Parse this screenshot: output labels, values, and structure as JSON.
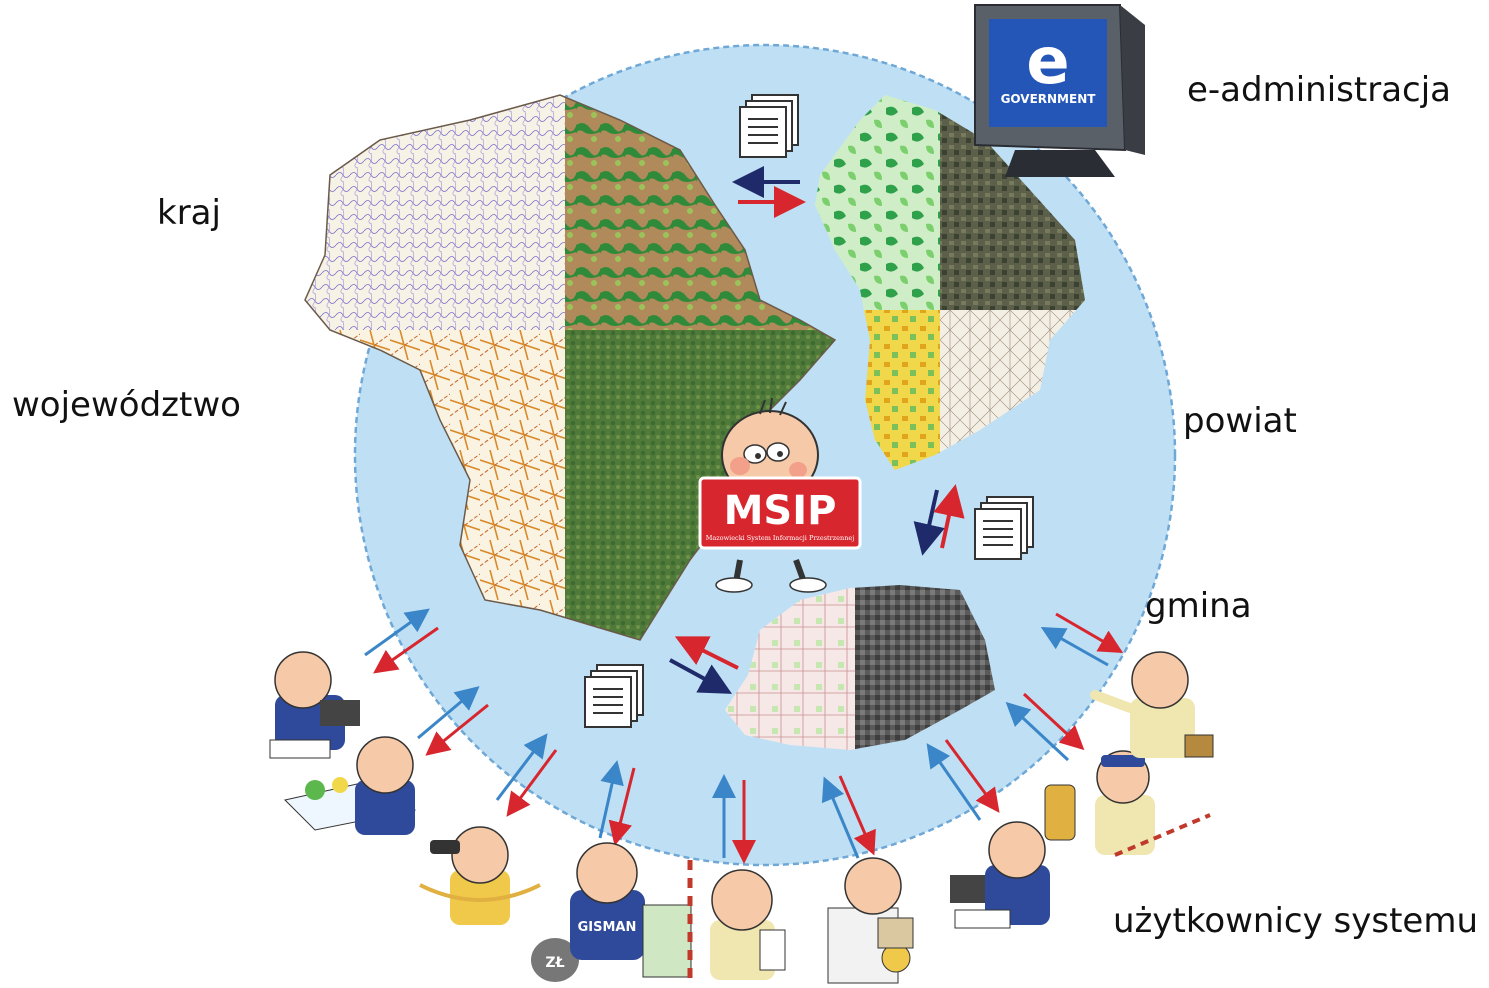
{
  "labels": {
    "kraj": "kraj",
    "wojewodztwo": "województwo",
    "powiat": "powiat",
    "gmina": "gmina",
    "e_administracja": "e-administracja",
    "uzytkownicy": "użytkownicy systemu"
  },
  "mascot": {
    "sign_title": "MSIP",
    "sign_subtitle": "Mazowiecki System Informacji Przestrzennej"
  },
  "monitor": {
    "letter": "e",
    "caption": "GOVERNMENT"
  },
  "user_figures": {
    "shirt_text": "GISMAN",
    "money_bag_text": "ZŁ"
  },
  "colors": {
    "circle_fill": "#bfe0f4",
    "circle_stroke": "#6fa8d6",
    "arrow_blue": "#3a86c8",
    "arrow_red": "#d8262e",
    "arrow_navy": "#1f2a6b",
    "sign_red": "#d8262e"
  }
}
